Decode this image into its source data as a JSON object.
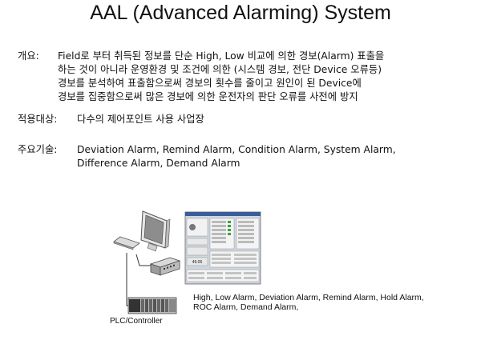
{
  "title": "AAL (Advanced Alarming) System",
  "sections": {
    "overview": {
      "label": "개요:",
      "lines": [
        "Field로 부터 취득된 정보를 단순 High, Low 비교에 의한 경보(Alarm) 표출을",
        "하는 것이 아니라 운영환경 및 조건에 의한 (시스템 경보, 전단 Device 오류등)",
        "경보를 분석하여 표출함으로써 경보의 횟수를 줄이고 원인이 된 Device에",
        "경보를 집중함으로써 많은 경보에 의한 운전자의 판단 오류를 사전에 방지"
      ]
    },
    "target": {
      "label": "적용대상:",
      "text": "다수의 제어포인트 사용 사업장"
    },
    "tech": {
      "label": "주요기술:",
      "lines": [
        "Deviation Alarm, Remind Alarm, Condition  Alarm, System Alarm,",
        "Difference Alarm, Demand Alarm"
      ]
    }
  },
  "diagram": {
    "caption_lines": [
      "High, Low Alarm, Deviation Alarm, Remind Alarm, Hold Alarm,",
      "ROC Alarm, Demand Alarm,"
    ],
    "plc_label": "PLC/Controller",
    "screen_value": "49.06"
  }
}
